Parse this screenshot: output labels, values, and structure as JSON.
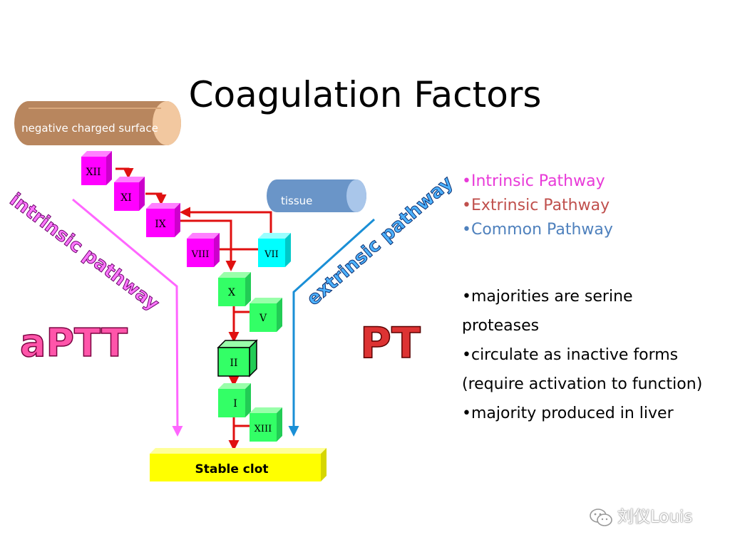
{
  "title": "Coagulation Factors",
  "surface_label": "negative charged surface",
  "tissue_label": "tissue",
  "factors": {
    "XII": "XII",
    "XI": "XI",
    "IX": "IX",
    "VIII": "VIII",
    "VII": "VII",
    "X": "X",
    "V": "V",
    "II": "II",
    "I": "I",
    "XIII": "XIII"
  },
  "clot_label": "Stable clot",
  "pathways": {
    "intrinsic": "intrinsic pathway",
    "extrinsic": "extrinsic pathway",
    "aptt": "aPTT",
    "pt": "PT"
  },
  "legend": [
    {
      "text": "•Intrinsic Pathway",
      "color": "#e83ad8"
    },
    {
      "text": "•Extrinsic Pathway",
      "color": "#c0504d"
    },
    {
      "text": "•Common Pathway",
      "color": "#4f81bd"
    }
  ],
  "notes": [
    {
      "line1": "•majorities are serine",
      "line2": "proteases"
    },
    {
      "line1": "•circulate as inactive forms",
      "line2": "(require activation to function)"
    },
    {
      "line1": "•majority produced in liver",
      "line2": ""
    }
  ],
  "watermark": "刘仪Louis",
  "colors": {
    "intrinsic_factor": "#ff00ff",
    "extrinsic_factor": "#00ffff",
    "common_factor": "#33ff66",
    "arrow": "#e01010",
    "clot": "#ffff00",
    "intrinsic_line": "#ff66ff",
    "extrinsic_line": "#1a8fd6",
    "test_label_fill": "#ff55aa",
    "pt_fill": "#dd3333"
  }
}
